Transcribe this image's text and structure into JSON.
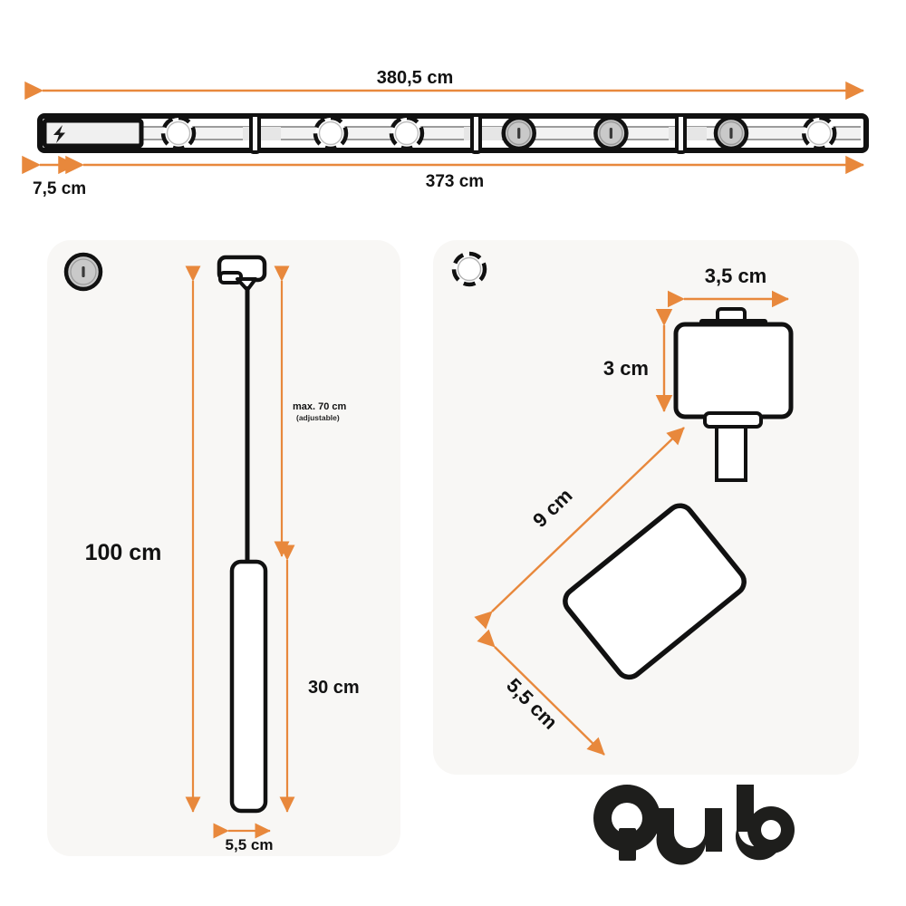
{
  "page": {
    "title": "Qub track lighting dimension sheet",
    "background_color": "#ffffff",
    "panel_color": "#f8f7f5",
    "accent_color": "#e8883c",
    "line_color": "#111111",
    "fixture_fill": "#c9c9c9"
  },
  "track_section": {
    "name": "track-rail-overview",
    "total_length_label": "380,5 cm",
    "rail_length_label": "373 cm",
    "feed_length_label": "7,5 cm",
    "power_feed": {
      "icon": "lightning-bolt-icon",
      "label": ""
    },
    "mount_points": [
      {
        "type": "empty",
        "position_pct": 15.5
      },
      {
        "type": "empty",
        "position_pct": 34.5
      },
      {
        "type": "empty",
        "position_pct": 44.0
      },
      {
        "type": "fixture",
        "position_pct": 58.0
      },
      {
        "type": "fixture",
        "position_pct": 69.5
      },
      {
        "type": "fixture",
        "position_pct": 84.5
      },
      {
        "type": "empty",
        "position_pct": 95.5
      }
    ]
  },
  "pendant_panel": {
    "name": "pendant-lamp-panel",
    "badge_icon": "fixture-filled-circle-icon",
    "drop_label": "max. 70 cm",
    "drop_sub_label": "(adjustable)",
    "total_label": "100 cm",
    "body_height_label": "30 cm",
    "body_width_label": "5,5 cm"
  },
  "spot_panel": {
    "name": "spotlight-panel",
    "badge_icon": "mount-empty-circle-icon",
    "head_width_label": "3,5 cm",
    "head_height_label": "3 cm",
    "barrel_length_label": "9 cm",
    "barrel_diameter_label": "5,5 cm"
  },
  "brand": {
    "name": "qub-logo",
    "text": "Qub"
  }
}
